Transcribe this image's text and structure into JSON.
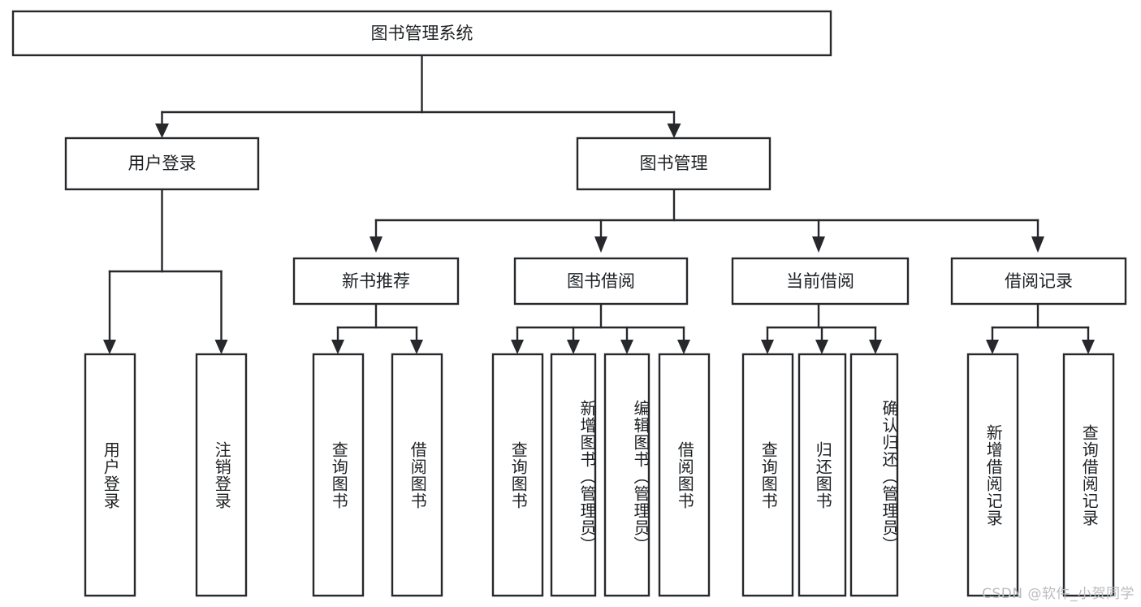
{
  "diagram": {
    "title": "图书管理系统",
    "type": "hierarchy-tree",
    "orientation": "top-down",
    "colors": {
      "box_stroke": "#26282b",
      "box_fill": "#ffffff",
      "connector": "#26282b",
      "text": "#1d2023",
      "watermark": "#b9bcc0",
      "background": "#ffffff"
    },
    "root": {
      "label": "图书管理系统"
    },
    "level2": [
      {
        "label": "用户登录"
      },
      {
        "label": "图书管理"
      }
    ],
    "level3": [
      {
        "label": "新书推荐"
      },
      {
        "label": "图书借阅"
      },
      {
        "label": "当前借阅"
      },
      {
        "label": "借阅记录"
      }
    ],
    "leaves": {
      "user_login": [
        {
          "label": "用户登录"
        },
        {
          "label": "注销登录"
        }
      ],
      "new_book_recommend": [
        {
          "label": "查询图书"
        },
        {
          "label": "借阅图书"
        }
      ],
      "book_borrow": [
        {
          "label": "查询图书"
        },
        {
          "label": "新增图书（管理员）"
        },
        {
          "label": "编辑图书（管理员）"
        },
        {
          "label": "借阅图书"
        }
      ],
      "current_borrow": [
        {
          "label": "查询图书"
        },
        {
          "label": "归还图书"
        },
        {
          "label": "确认归还（管理员）"
        }
      ],
      "borrow_record": [
        {
          "label": "新增借阅记录"
        },
        {
          "label": "查询借阅记录"
        }
      ]
    }
  },
  "watermark": {
    "text": "CSDN @软件_小贺同学"
  }
}
